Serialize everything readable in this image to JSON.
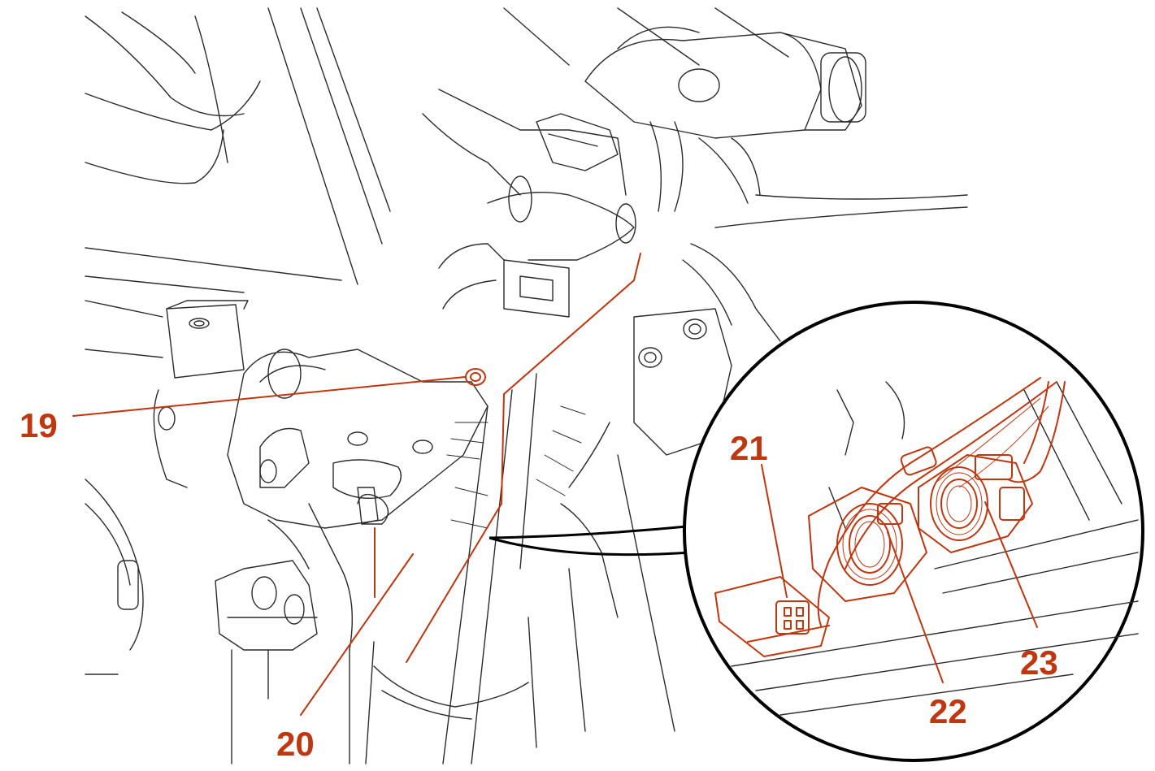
{
  "colors": {
    "accent": "#c0360f",
    "line": "#2b2b2b",
    "background": "#ffffff"
  },
  "callouts": [
    {
      "id": "19",
      "label": "19"
    },
    {
      "id": "20",
      "label": "20"
    },
    {
      "id": "21",
      "label": "21"
    },
    {
      "id": "22",
      "label": "22"
    },
    {
      "id": "23",
      "label": "23"
    }
  ]
}
